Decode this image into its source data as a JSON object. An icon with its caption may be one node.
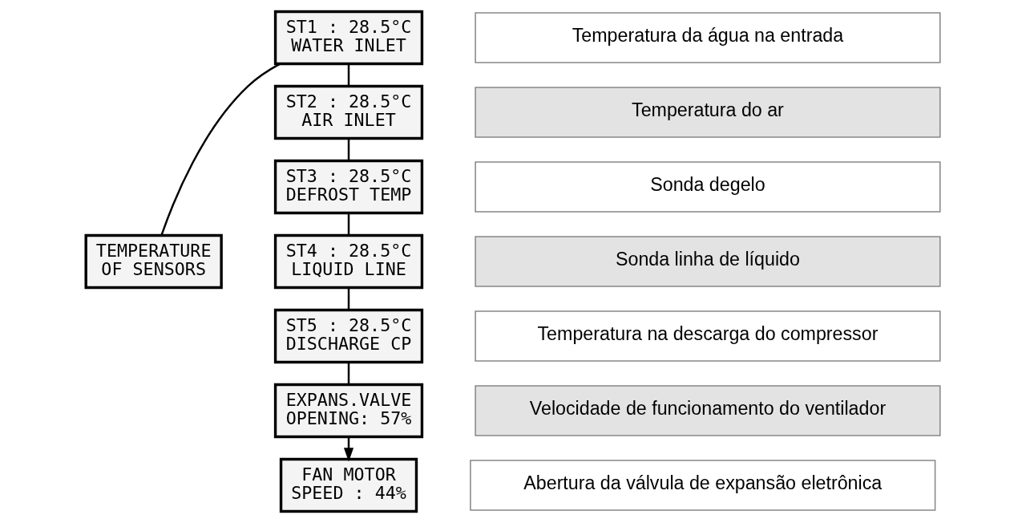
{
  "diagram": {
    "nodes": [
      {
        "text": [
          "TEMPERATURE",
          "OF SENSORS"
        ]
      },
      {
        "text": [
          "ST1 : 28.5°C",
          "WATER INLET"
        ]
      },
      {
        "text": [
          "ST2 : 28.5°C",
          "AIR INLET"
        ]
      },
      {
        "text": [
          "ST3 : 28.5°C",
          "DEFROST TEMP"
        ]
      },
      {
        "text": [
          "ST4 : 28.5°C",
          "LIQUID LINE"
        ]
      },
      {
        "text": [
          "ST5 : 28.5°C",
          "DISCHARGE CP"
        ]
      },
      {
        "text": [
          "EXPANS.VALVE",
          "OPENING: 57%"
        ]
      },
      {
        "text": [
          "FAN MOTOR",
          "SPEED : 44%"
        ]
      },
      {
        "text": [
          "Temperatura da água na entrada"
        ]
      },
      {
        "text": [
          "Temperatura do ar"
        ]
      },
      {
        "text": [
          "Sonda degelo"
        ]
      },
      {
        "text": [
          "Sonda linha de líquido"
        ]
      },
      {
        "text": [
          "Temperatura na descarga do compressor"
        ]
      },
      {
        "text": [
          "Velocidade de funcionamento do ventilador"
        ]
      },
      {
        "text": [
          "Abertura da válvula de expansão eletrônica"
        ]
      }
    ],
    "edges": [
      {
        "from": 0,
        "to": 1,
        "arrow": "none"
      },
      {
        "from": 1,
        "to": 2,
        "arrow": "none"
      },
      {
        "from": 2,
        "to": 3,
        "arrow": "none"
      },
      {
        "from": 3,
        "to": 4,
        "arrow": "none"
      },
      {
        "from": 4,
        "to": 5,
        "arrow": "none"
      },
      {
        "from": 5,
        "to": 6,
        "arrow": "none"
      },
      {
        "from": 6,
        "to": 7,
        "arrow": "to"
      }
    ]
  }
}
